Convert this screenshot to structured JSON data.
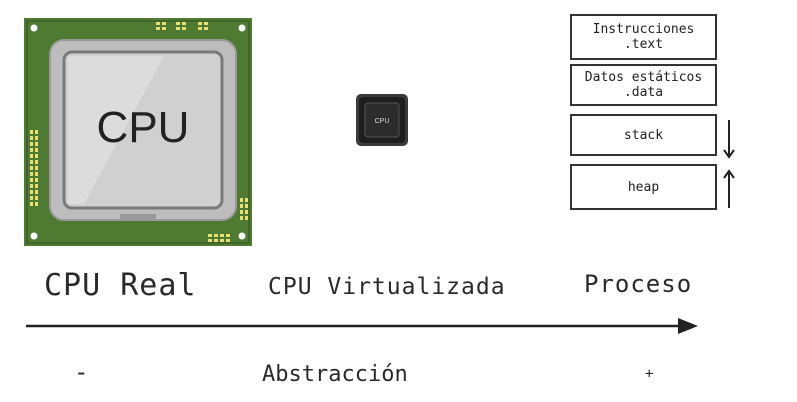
{
  "cpu_real": {
    "chip_text": "CPU",
    "label": "CPU Real"
  },
  "cpu_virtual": {
    "chip_text": "CPU",
    "label": "CPU Virtualizada"
  },
  "process": {
    "label": "Proceso",
    "segments": [
      {
        "line1": "Instrucciones",
        "line2": ".text"
      },
      {
        "line1": "Datos estáticos",
        "line2": ".data"
      },
      {
        "line1": "stack"
      },
      {
        "line1": "heap"
      }
    ],
    "stack_arrow": "down",
    "heap_arrow": "up"
  },
  "axis": {
    "left_marker": "-",
    "center_label": "Abstracción",
    "right_marker": "+"
  },
  "colors": {
    "pcb_green": "#4e7a32",
    "chip_gray": "#c8c8c8",
    "pin_yellow": "#e8e070"
  }
}
